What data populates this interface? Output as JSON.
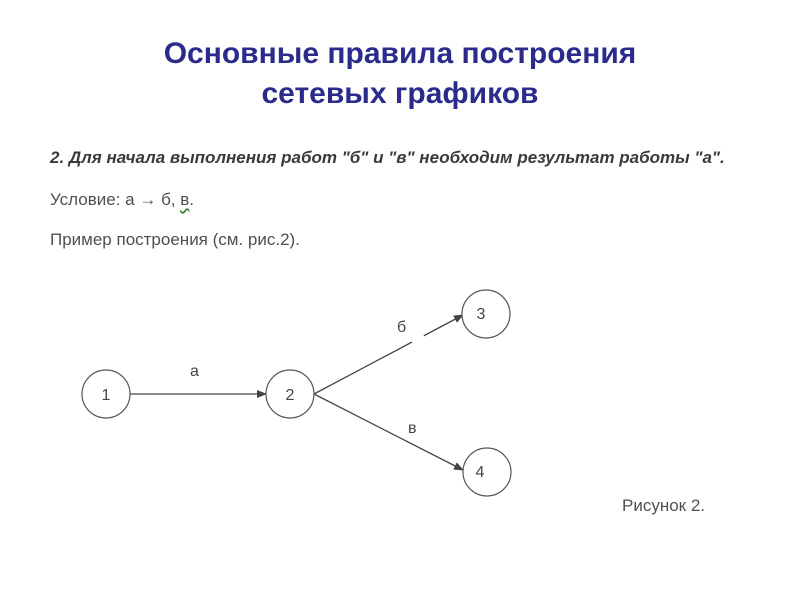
{
  "title": {
    "line1": "Основные правила построения",
    "line2": "сетевых графиков"
  },
  "text": {
    "rule": "2. Для начала выполнения работ \"б\" и \"в\" необходим результат работы \"а\".",
    "condition_prefix": "Условие: а ",
    "condition_arrow": "→",
    "condition_b": " б, ",
    "condition_v": "в",
    "condition_end": ".",
    "example": "Пример построения (см. рис.2)."
  },
  "diagram": {
    "nodes": [
      {
        "id": "1",
        "label": "1"
      },
      {
        "id": "2",
        "label": "2"
      },
      {
        "id": "3",
        "label": "3"
      },
      {
        "id": "4",
        "label": "4"
      }
    ],
    "edges": [
      {
        "from": "1",
        "to": "2",
        "label": "а"
      },
      {
        "from": "2",
        "to": "3",
        "label": "б"
      },
      {
        "from": "2",
        "to": "4",
        "label": "в"
      }
    ]
  },
  "caption": "Рисунок 2."
}
